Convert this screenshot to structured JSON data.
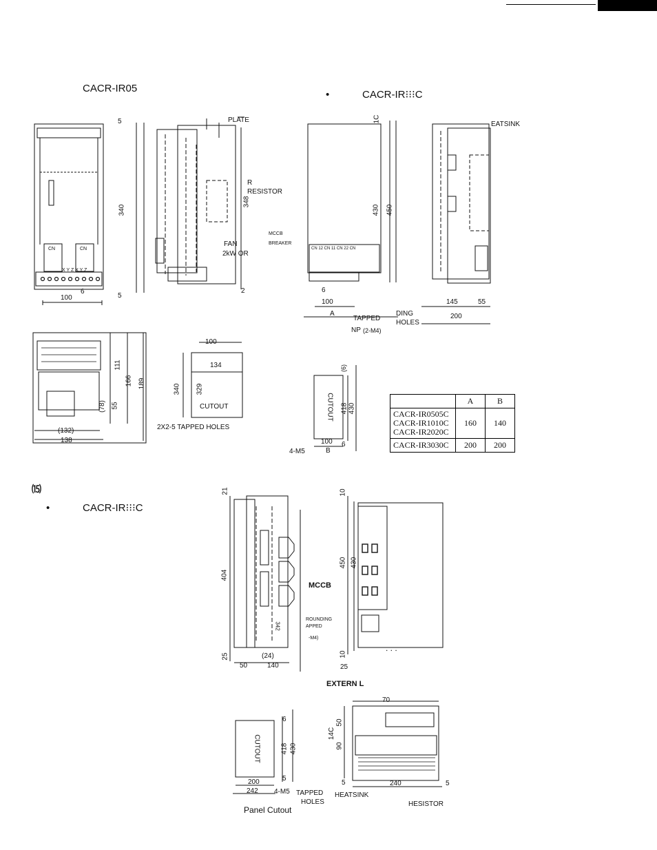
{
  "header": {
    "bar": "black-tab"
  },
  "titles": {
    "left": "CACR-IR05",
    "right_bullet": "•",
    "right": "CACR-IR⁝⁝⁝C",
    "section_num": "⒂",
    "lower_bullet": "•",
    "lower": "CACR-IR⁝⁝⁝C"
  },
  "fig1": {
    "plate": "PLATE",
    "resistor_r": "R",
    "resistor": "RESISTOR",
    "fan": "FAN",
    "two_kw": "2kW OR",
    "d5_top": "5",
    "d340": "340",
    "d348": "348",
    "d5_bottom": "5",
    "d2": "2",
    "d6": "6",
    "d100": "100",
    "cn_left": "CN",
    "cn_right": "CN",
    "terminals": "X Y Z  X Y Z",
    "d111": "111",
    "d166": "166",
    "d189": "189",
    "d78": "(78)",
    "d55": "55",
    "d132": "(132)",
    "d138": "138",
    "cut_100": "100",
    "cut_134": "134",
    "cut_340": "340",
    "cut_329": "329",
    "cutout": "CUTOUT",
    "tapped": "2X2-5 TAPPED HOLES"
  },
  "fig2": {
    "heatsink": "EATSINK",
    "d10": "1C",
    "d430": "430",
    "d450": "450",
    "mccb": "MCCB",
    "breaker": "BREAKER",
    "cn_labels": "CN 12  CN 11  CN 22  CN",
    "d6": "6",
    "d100": "100",
    "a": "A",
    "tapped": "TAPPED",
    "np": "NP",
    "m4": "(2-M4)",
    "ding": "DING",
    "holes": "HOLES",
    "d145": "145",
    "d55": "55",
    "d200": "200",
    "cut_6top": "(6)",
    "cut_418": "418",
    "cut_430": "430",
    "cutout": "CUTOUT",
    "cut_100": "100",
    "cut_b": "B",
    "cut_6": "6",
    "m5": "4-M5"
  },
  "table": {
    "col_a": "A",
    "col_b": "B",
    "row1_models": [
      "CACR-IR0505C",
      "CACR-IR1010C",
      "CACR-IR2020C"
    ],
    "row1_a": "160",
    "row1_b": "140",
    "row2_model": "CACR-IR3030C",
    "row2_a": "200",
    "row2_b": "200"
  },
  "fig3": {
    "d21": "21",
    "d404": "404",
    "d25": "25",
    "d24": "(24)",
    "d50": "50",
    "d140": "140",
    "d342": "342",
    "d10_top": "10",
    "d450": "450",
    "d430": "430",
    "mccb": "MCCB",
    "grounding": "ROUNDING",
    "apped": "APPED",
    "m4": "-M4)",
    "d10_bottom": "10",
    "d25b": "25",
    "external": "EXTERN L",
    "dots": ". . .",
    "d70": "70",
    "d140b": "14C",
    "d50b": "50",
    "d90": "90",
    "d5l": "5",
    "d240": "240",
    "d5r": "5",
    "heatsink": "HEATSINK",
    "resistor": "HESISTOR",
    "cutout": "CUTOUT",
    "cut_418": "418",
    "cut_430": "430",
    "cut_6": "6",
    "cut_200": "200",
    "cut_242": "242",
    "cut_5": "5",
    "m5": "4-M5",
    "tapped": "TAPPED",
    "holes": "HOLES",
    "panel_cutout": "Panel Cutout"
  }
}
